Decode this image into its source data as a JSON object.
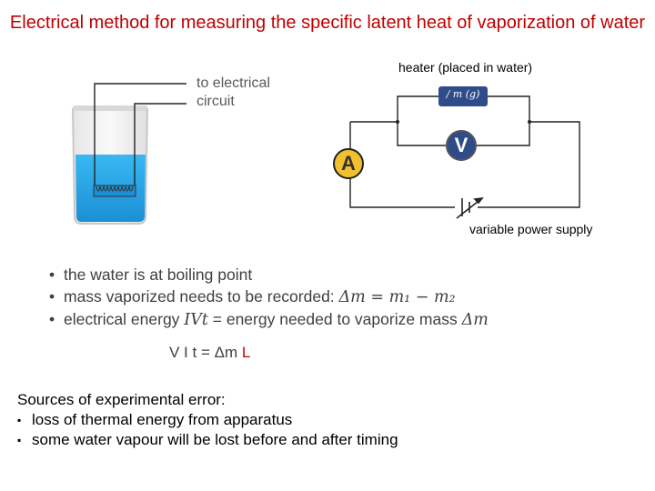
{
  "title": "Electrical method for measuring the specific latent heat of vaporization of water",
  "beaker": {
    "label_line1": "to electrical",
    "label_line2": "circuit"
  },
  "circuit": {
    "heater_label": "heater (placed in water)",
    "heater_symbol": "/ m (g)",
    "ammeter": "A",
    "voltmeter": "V",
    "supply_label": "variable power supply"
  },
  "bullets": {
    "b1": "the water is at boiling point",
    "b2_text": "mass vaporized needs to be recorded: ",
    "b2_math": "Δm = m₁ − m₂",
    "b3_text1": "electrical energy ",
    "b3_math1": "IVt",
    "b3_text2": " = energy needed to vaporize mass ",
    "b3_math2": "Δm"
  },
  "equation": {
    "lhs": "V I t = Δm ",
    "unit": "L"
  },
  "sources": {
    "heading": "Sources of experimental error:",
    "items": [
      "loss of thermal energy from apparatus",
      "some water vapour will be lost before and after timing"
    ]
  },
  "colors": {
    "title": "#c00000",
    "water": "#1fa3e6",
    "meter_fill": "#f2c02e",
    "voltmeter_fill": "#2f4c8a"
  }
}
